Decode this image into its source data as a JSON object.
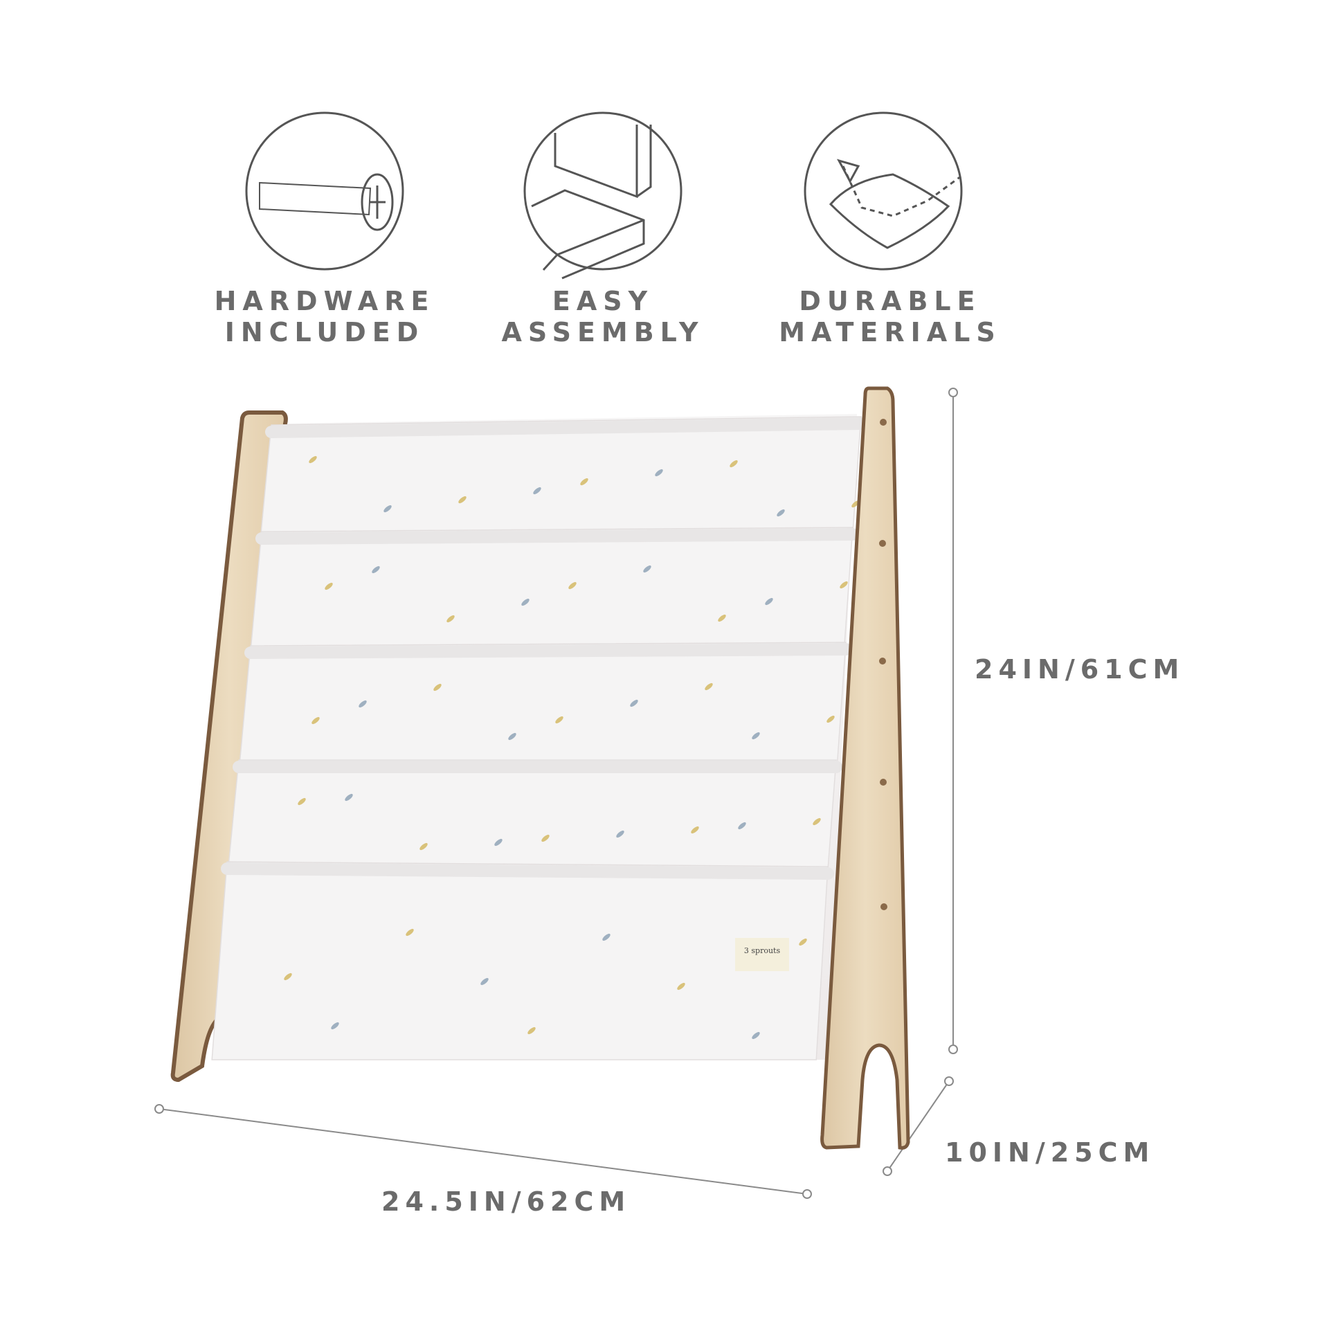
{
  "features": [
    {
      "icon": "screw-icon",
      "line1": "HARDWARE",
      "line2": "INCLUDED"
    },
    {
      "icon": "assembly-panels-icon",
      "line1": "EASY",
      "line2": "ASSEMBLY"
    },
    {
      "icon": "fabric-swatch-icon",
      "line1": "DURABLE",
      "line2": "MATERIALS"
    }
  ],
  "dimensions": {
    "height": "24IN/61CM",
    "depth": "10IN/25CM",
    "width": "24.5IN/62CM"
  },
  "product": {
    "brand_label": "3 sprouts",
    "slings": 5
  },
  "colors": {
    "text": "#6b6b6b",
    "line": "#8a8a8a",
    "wood": "#e6d3b5",
    "wood_edge": "#7a5a3e",
    "fabric": "#f3f1f1",
    "leaf_blue": "#9fb0c0",
    "leaf_yellow": "#d9c27a"
  }
}
